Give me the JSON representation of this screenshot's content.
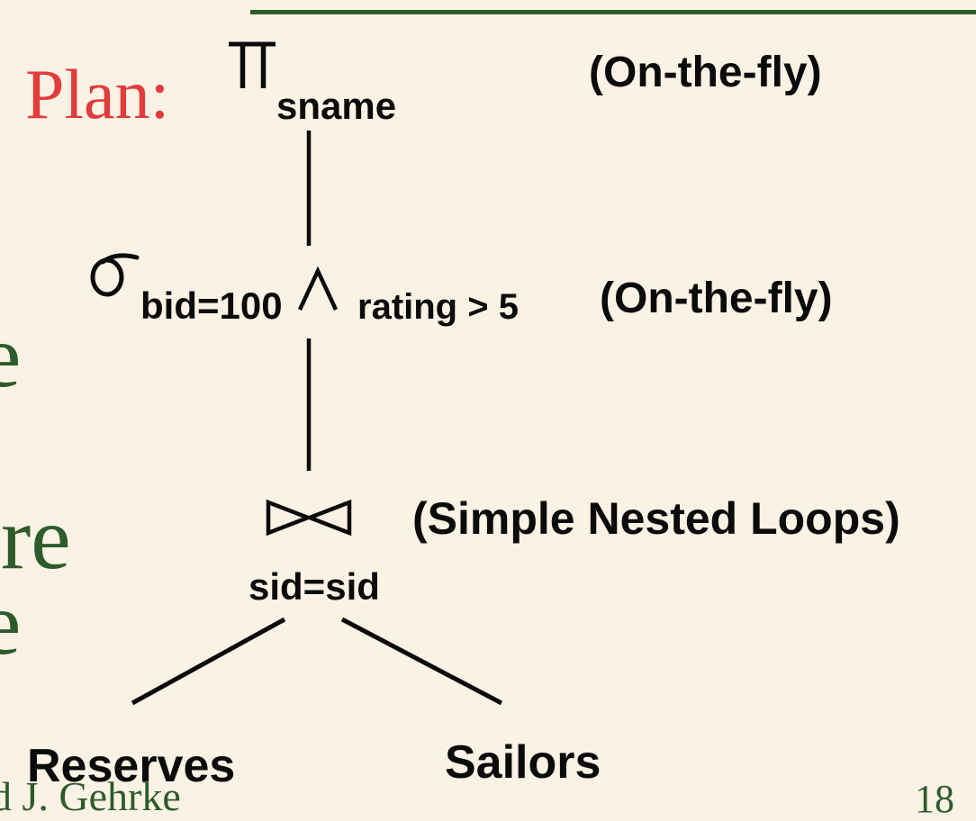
{
  "slide": {
    "title_label": "Plan:",
    "page_number": "18",
    "footer_credit": "d J. Gehrke",
    "left_edge_fragments": [
      "e",
      "ore",
      "e"
    ],
    "colors": {
      "background": "#FAF2E4",
      "green": "#2D5B2B",
      "red": "#E23B3B",
      "ink": "#0B0B0B"
    }
  },
  "plan_tree": {
    "operators": {
      "projection_symbol": "π",
      "selection_symbol": "σ",
      "and_symbol": "∧",
      "join_symbol": "⋈"
    },
    "projection": {
      "subscript": "sname",
      "annotation": "(On-the-fly)"
    },
    "selection": {
      "condition_left": "bid=100",
      "condition_right": "rating > 5",
      "annotation": "(On-the-fly)"
    },
    "join": {
      "subscript": "sid=sid",
      "annotation": "(Simple Nested Loops)"
    },
    "leaves": {
      "left": "Reserves",
      "right": "Sailors"
    }
  }
}
